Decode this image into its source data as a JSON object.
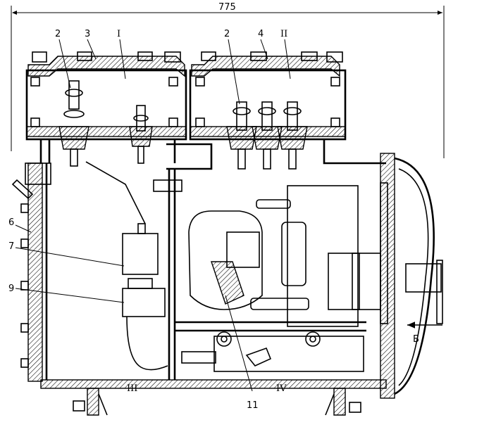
{
  "dimension": "775",
  "labels": {
    "num_2_left": "2",
    "num_3": "3",
    "num_4": "4",
    "num_2_right": "2",
    "num_6": "6",
    "num_7": "7",
    "num_9": "9",
    "num_11": "11",
    "roman_I": "I",
    "roman_II": "II",
    "roman_III": "III",
    "roman_IV": "IV",
    "letter_B": "Б"
  }
}
